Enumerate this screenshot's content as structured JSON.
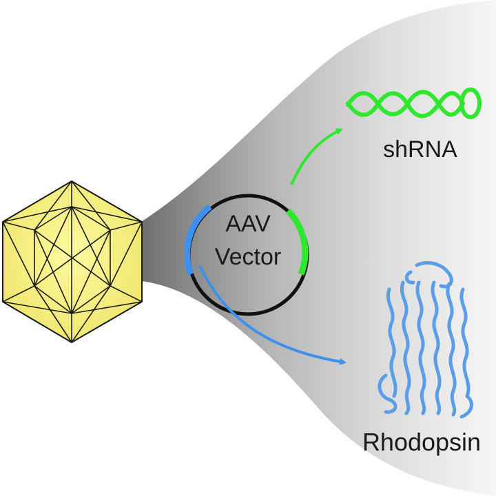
{
  "diagram": {
    "vector_label_line1": "AAV",
    "vector_label_line2": "Vector",
    "output_top_label": "shRNA",
    "output_bottom_label": "Rhodopsin"
  },
  "colors": {
    "capsid_fill": "#f5f08a",
    "capsid_highlight": "#fbf8c4",
    "capsid_stroke": "#1a1a1a",
    "plasmid_ring": "#111111",
    "shrna_green": "#2ee82e",
    "rhodopsin_blue": "#3d8ff0",
    "helix_blue": "#5a9de8",
    "cone_dark": "#7a7a7a",
    "cone_light": "#f4f4f4"
  },
  "icons": {
    "capsid": "icosahedron-icon",
    "shrna": "rna-hairpin-icon",
    "rhodopsin": "protein-helix-bundle-icon"
  }
}
